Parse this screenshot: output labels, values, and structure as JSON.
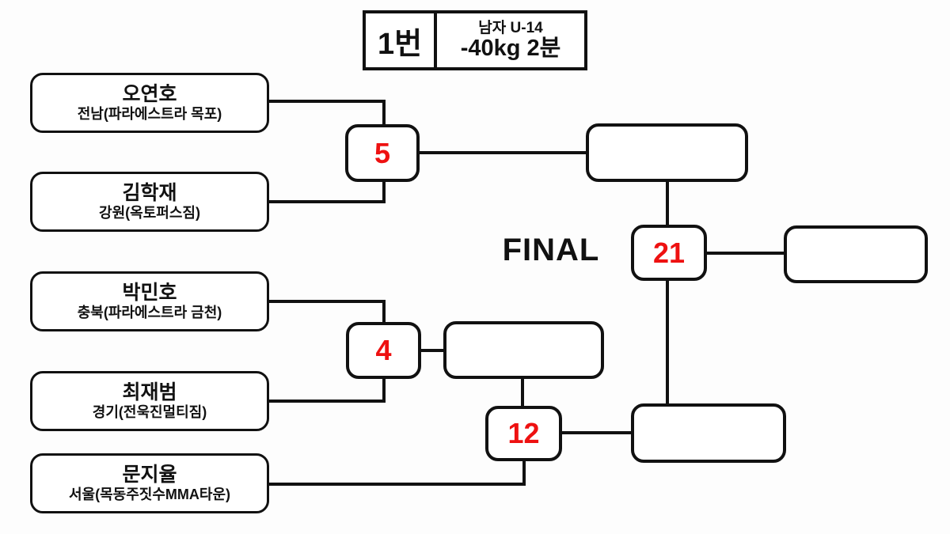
{
  "header": {
    "number": "1번",
    "category": "남자 U-14",
    "weight_time": "-40kg 2분"
  },
  "final_label": "FINAL",
  "colors": {
    "match_number_red": "#ee1111",
    "line_black": "#111111",
    "background": "#fdfdfd"
  },
  "players": [
    {
      "name": "오연호",
      "team": "전남(파라에스트라 목포)"
    },
    {
      "name": "김학재",
      "team": "강원(옥토퍼스짐)"
    },
    {
      "name": "박민호",
      "team": "충북(파라에스트라 금천)"
    },
    {
      "name": "최재범",
      "team": "경기(전욱진멀티짐)"
    },
    {
      "name": "문지율",
      "team": "서울(목동주짓수MMA타운)"
    }
  ],
  "matches": [
    {
      "number": "5",
      "round": "quarterfinal-top"
    },
    {
      "number": "4",
      "round": "quarterfinal-bottom"
    },
    {
      "number": "12",
      "round": "semifinal-bottom"
    },
    {
      "number": "21",
      "round": "final"
    }
  ]
}
